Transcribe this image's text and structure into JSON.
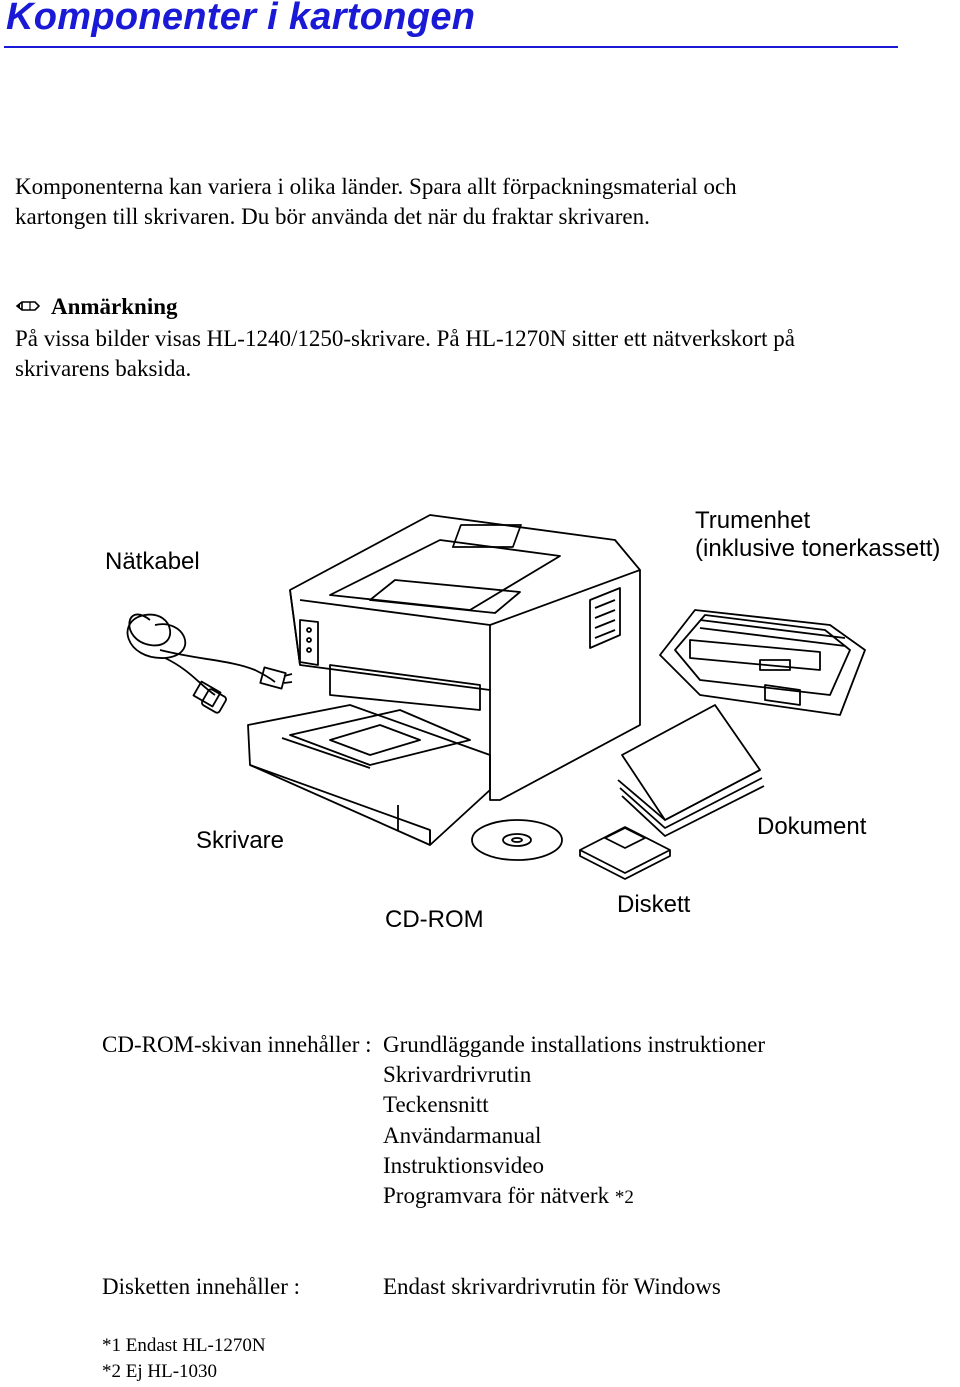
{
  "page": {
    "title": "Komponenter i kartongen",
    "accent_color": "#1a1ad6"
  },
  "intro": {
    "line1": "Komponenterna kan variera i olika länder. Spara allt förpackningsmaterial och",
    "line2": "kartongen till skrivaren. Du bör använda det när du fraktar skrivaren."
  },
  "note": {
    "icon": "pencil-icon",
    "heading": "Anmärkning",
    "line1": "På vissa bilder visas HL-1240/1250-skrivare. På HL-1270N sitter ett nätverkskort på",
    "line2": "skrivarens baksida."
  },
  "labels": {
    "cable": "Nätkabel",
    "drum_line1": "Trumenhet",
    "drum_line2": "(inklusive tonerkassett)",
    "printer": "Skrivare",
    "documents": "Dokument",
    "cdrom": "CD-ROM",
    "diskette": "Diskett"
  },
  "cd_contents": {
    "lead": "CD-ROM-skivan innehåller :",
    "items": [
      "Grundläggande installations instruktioner",
      "Skrivardrivrutin",
      "Teckensnitt",
      "Användarmanual",
      "Instruktionsvideo",
      "Programvara för nätverk"
    ],
    "last_item_note": "*2"
  },
  "diskette_contents": {
    "lead": "Disketten innehåller :",
    "value": "Endast skrivardrivrutin för Windows"
  },
  "footnotes": {
    "note1": "*1 Endast HL-1270N",
    "note2": "*2 Ej  HL-1030"
  }
}
